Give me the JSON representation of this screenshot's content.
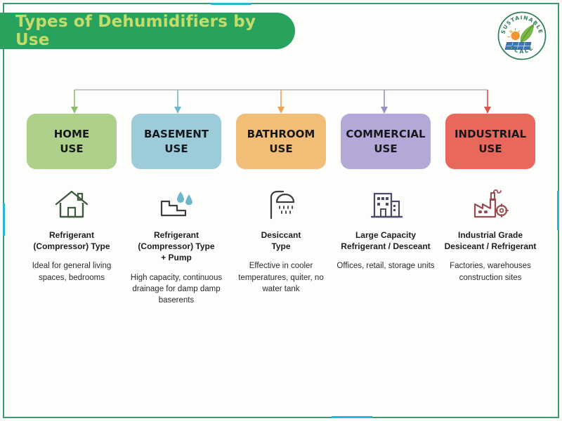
{
  "page": {
    "title": "Types of Dehumidifiers by Use",
    "background_color": "#fdfdfb",
    "border_color": "#3d9970",
    "accent_color": "#25b7d3",
    "banner_color": "#27a35e",
    "banner_text_color": "#c6dc6a"
  },
  "logo": {
    "top_text": "SUSTAINABLE",
    "bottom_text": "SCALE",
    "ring_color": "#2f7d5a",
    "sun_color": "#f0962e",
    "leaf_color": "#7ab648",
    "panel_color": "#3a76b8"
  },
  "connector": {
    "trunk_color": "#b8b8b8",
    "arrow_colors": [
      "#8fbc6b",
      "#6fb6cb",
      "#eba14f",
      "#9b8fc4",
      "#d9544a"
    ]
  },
  "columns": [
    {
      "card_label_line1": "HOME",
      "card_label_line2": "USE",
      "card_color": "#aed08a",
      "icon": "house-icon",
      "icon_color": "#3f5a3f",
      "type_line1": "Refrigerant",
      "type_line2": "(Compressor) Type",
      "type_line3": "",
      "description": "Ideal for general living spaces, bedrooms"
    },
    {
      "card_label_line1": "BASEMENT",
      "card_label_line2": "USE",
      "card_color": "#9ccbd9",
      "icon": "stairs-water-icon",
      "icon_color": "#3a3f45",
      "type_line1": "Refrigerant",
      "type_line2": "(Compressor) Type",
      "type_line3": "+ Pump",
      "description": "High capacity, continuous drainage for damp damp baserents"
    },
    {
      "card_label_line1": "BATHROOM",
      "card_label_line2": "USE",
      "card_color": "#f2bd77",
      "icon": "shower-icon",
      "icon_color": "#3a3f45",
      "type_line1": "Desiccant",
      "type_line2": "Type",
      "type_line3": "",
      "description": "Effective in cooler temperatures, quiter, no water tank"
    },
    {
      "card_label_line1": "COMMERCIAL",
      "card_label_line2": "USE",
      "card_color": "#b3a8d8",
      "icon": "office-building-icon",
      "icon_color": "#4a4a6a",
      "type_line1": "Large Capacity",
      "type_line2": "Refrigerant / Desceant",
      "type_line3": "",
      "description": "Offices, retail, storage units"
    },
    {
      "card_label_line1": "INDUSTRIAL",
      "card_label_line2": "USE",
      "card_color": "#e8695c",
      "icon": "factory-icon",
      "icon_color": "#9b4a52",
      "type_line1": "Industrial Grade",
      "type_line2": "Desiceant / Refrigerant",
      "type_line3": "",
      "description": "Factories, warehouses construction sites"
    }
  ]
}
